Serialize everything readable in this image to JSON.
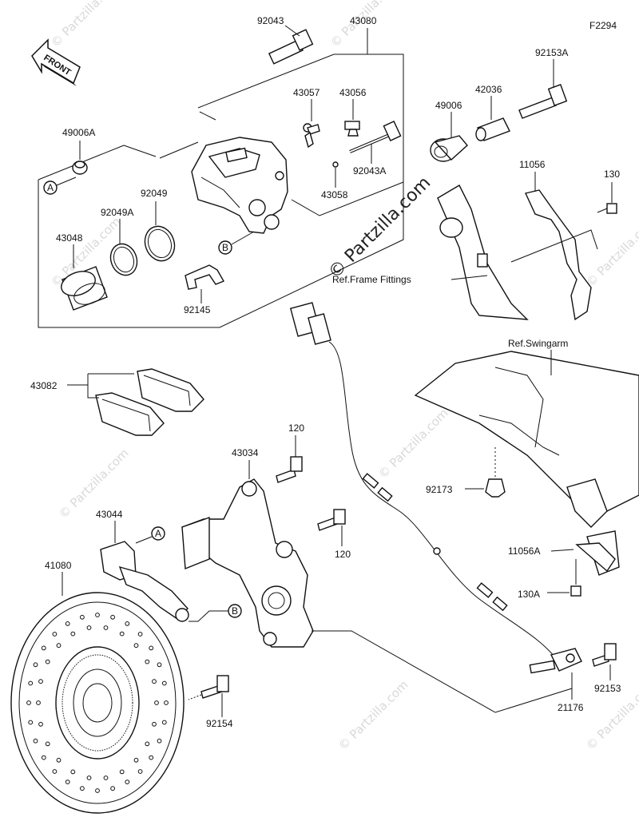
{
  "figure_code": "F2294",
  "front_label": "FRONT",
  "watermark": "© Partzilla.com",
  "refs": {
    "frame_fittings": "Ref.Frame Fittings",
    "swingarm": "Ref.Swingarm"
  },
  "markers": {
    "a": "A",
    "b": "B"
  },
  "parts": {
    "p92043": "92043",
    "p43080": "43080",
    "p43057": "43057",
    "p43056": "43056",
    "p49006a": "49006A",
    "p49006": "49006",
    "p42036": "42036",
    "p92153a": "92153A",
    "p92049": "92049",
    "p92049a": "92049A",
    "p43048": "43048",
    "p92043a": "92043A",
    "p43058": "43058",
    "p11056": "11056",
    "p130": "130",
    "p92145": "92145",
    "p43082": "43082",
    "p120a": "120",
    "p43034": "43034",
    "p43044": "43044",
    "p120b": "120",
    "p92173": "92173",
    "p11056a": "11056A",
    "p130a": "130A",
    "p41080": "41080",
    "p92154": "92154",
    "p92153": "92153",
    "p21176": "21176"
  }
}
